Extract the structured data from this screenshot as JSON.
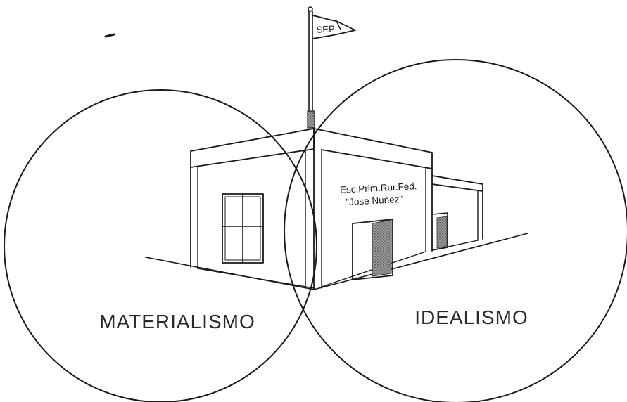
{
  "flag": {
    "text": "SEP"
  },
  "school": {
    "sign_line1": "Esc.Prim.Rur.Fed.",
    "sign_line2": "\"Jose Nuñez\""
  },
  "circles": {
    "left_label": "MATERIALISMO",
    "right_label": "IDEALISMO"
  },
  "colors": {
    "ink": "#1a1a1a",
    "paper": "#ffffff",
    "shade": "#7a7a7a"
  }
}
